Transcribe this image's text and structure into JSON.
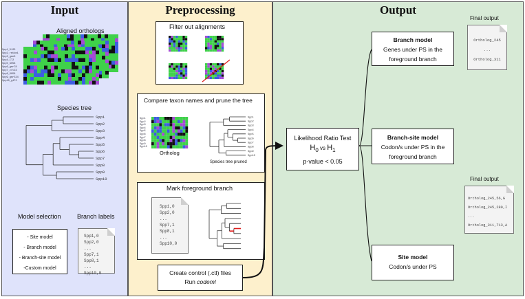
{
  "panels": {
    "input": "Input",
    "preprocessing": "Preprocessing",
    "output": "Output"
  },
  "input": {
    "aligned_title": "Aligned orthologs",
    "species_labels": [
      "Spp1_D123",
      "Spp2_rmtkm1",
      "Spp3_gmn3",
      "Spp4_CT2",
      "Spp5_G058",
      "Spp6_gmr78",
      "Spp7_zrt23",
      "Spp8_G058",
      "Spp9_gmr534",
      "Spp10_g472"
    ],
    "species_tree_title": "Species tree",
    "tree_leaves": [
      "Spp1",
      "Spp2",
      "Spp3",
      "Spp4",
      "Spp5",
      "Spp6",
      "Spp7",
      "Spp8",
      "Spp9",
      "Spp10"
    ],
    "model_selection_title": "Model selection",
    "models": [
      "- Site model",
      "- Branch model",
      "- Branch-site model",
      "-Custom model"
    ],
    "branch_labels_title": "Branch labels",
    "branch_labels_lines": [
      "Spp1,0",
      "Spp2,0",
      "...",
      "Spp7,1",
      "Spp8,1",
      "...",
      "Spp10,0"
    ]
  },
  "preprocessing": {
    "filter_title": "Filter out alignments",
    "compare_title": "Compare taxon names and prune the tree",
    "ortholog_caption": "Ortholog",
    "pruned_caption": "Species tree pruned",
    "mini_species": [
      "Spp1",
      "Spp2",
      "Spp3",
      "Spp4",
      "Spp5",
      "Spp6",
      "Spp7",
      "Spp8",
      "Spp9",
      "Spp10"
    ],
    "mark_title": "Mark foreground branch",
    "mark_lines": [
      "Spp1,0",
      "Spp2,0",
      "...",
      "Spp7,1",
      "Spp8,1",
      "...",
      "Spp10,0"
    ],
    "control_line1": "Create control (.ctl) files",
    "control_run": "Run ",
    "control_codeml": "codeml"
  },
  "output": {
    "lrt_title": "Likelihood Ratio Test",
    "lrt_h0": "H",
    "lrt_h0_sub": "0",
    "lrt_vs": " vs ",
    "lrt_h1": "H",
    "lrt_h1_sub": "1",
    "lrt_pvalue": "p-value < 0.05",
    "branch_model_title": "Branch model",
    "branch_model_desc1": "Genes under PS in the",
    "branch_model_desc2": "foreground branch",
    "branchsite_title": "Branch-site model",
    "branchsite_desc1": "Codon/s under PS in the",
    "branchsite_desc2": "foreground branch",
    "site_title": "Site model",
    "site_desc": "Codon/s under PS",
    "final_output_1": "Final output",
    "final_lines_1": [
      "Ortholog_245",
      "...",
      "Ortholog_311"
    ],
    "final_output_2": "Final output",
    "final_lines_2": [
      "Ortholog_245,56,G",
      "Ortholog_245,280,I",
      "...",
      "Ortholog_311,713,A"
    ]
  },
  "colors": {
    "input_bg": "#dfe3fb",
    "preprocessing_bg": "#fdf0cc",
    "output_bg": "#d7ead6",
    "msa_green": "#3fd14a",
    "msa_blue": "#3d5ee0",
    "msa_black": "#111111",
    "msa_purple": "#a64ad6",
    "highlight_red": "#e01b1b"
  }
}
